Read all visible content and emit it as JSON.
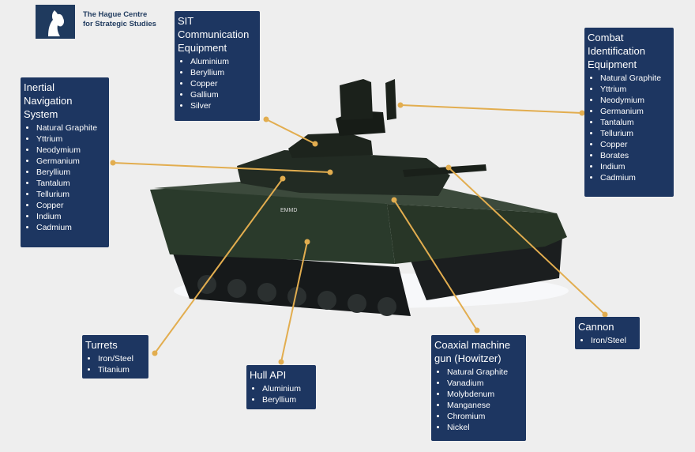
{
  "organization": {
    "line1": "The Hague Centre",
    "line2": "for Strategic Studies"
  },
  "vehicle": {
    "hull_marking": "EMMD"
  },
  "colors": {
    "box_bg": "#1d3661",
    "connector": "#e2ad4f",
    "background": "#eeeeee"
  },
  "components": [
    {
      "id": "sit",
      "title": "SIT Communication Equipment",
      "items": [
        "Aluminium",
        "Beryllium",
        "Copper",
        "Gallium",
        "Silver"
      ]
    },
    {
      "id": "cie",
      "title": "Combat Identification Equipment",
      "items": [
        "Natural Graphite",
        "Yttrium",
        "Neodymium",
        "Germanium",
        "Tantalum",
        "Tellurium",
        "Copper",
        "Borates",
        "Indium",
        "Cadmium"
      ]
    },
    {
      "id": "ins",
      "title": "Inertial Navigation System",
      "items": [
        "Natural Graphite",
        "Yttrium",
        "Neodymium",
        "Germanium",
        "Beryllium",
        "Tantalum",
        "Tellurium",
        "Copper",
        "Indium",
        "Cadmium"
      ]
    },
    {
      "id": "turrets",
      "title": "Turrets",
      "items": [
        "Iron/Steel",
        "Titanium"
      ]
    },
    {
      "id": "hull",
      "title": "Hull API",
      "items": [
        "Aluminium",
        "Beryllium"
      ]
    },
    {
      "id": "coax",
      "title": "Coaxial machine gun (Howitzer)",
      "items": [
        "Natural Graphite",
        "Vanadium",
        "Molybdenum",
        "Manganese",
        "Chromium",
        "Nickel"
      ]
    },
    {
      "id": "cannon",
      "title": "Cannon",
      "items": [
        "Iron/Steel"
      ]
    }
  ]
}
